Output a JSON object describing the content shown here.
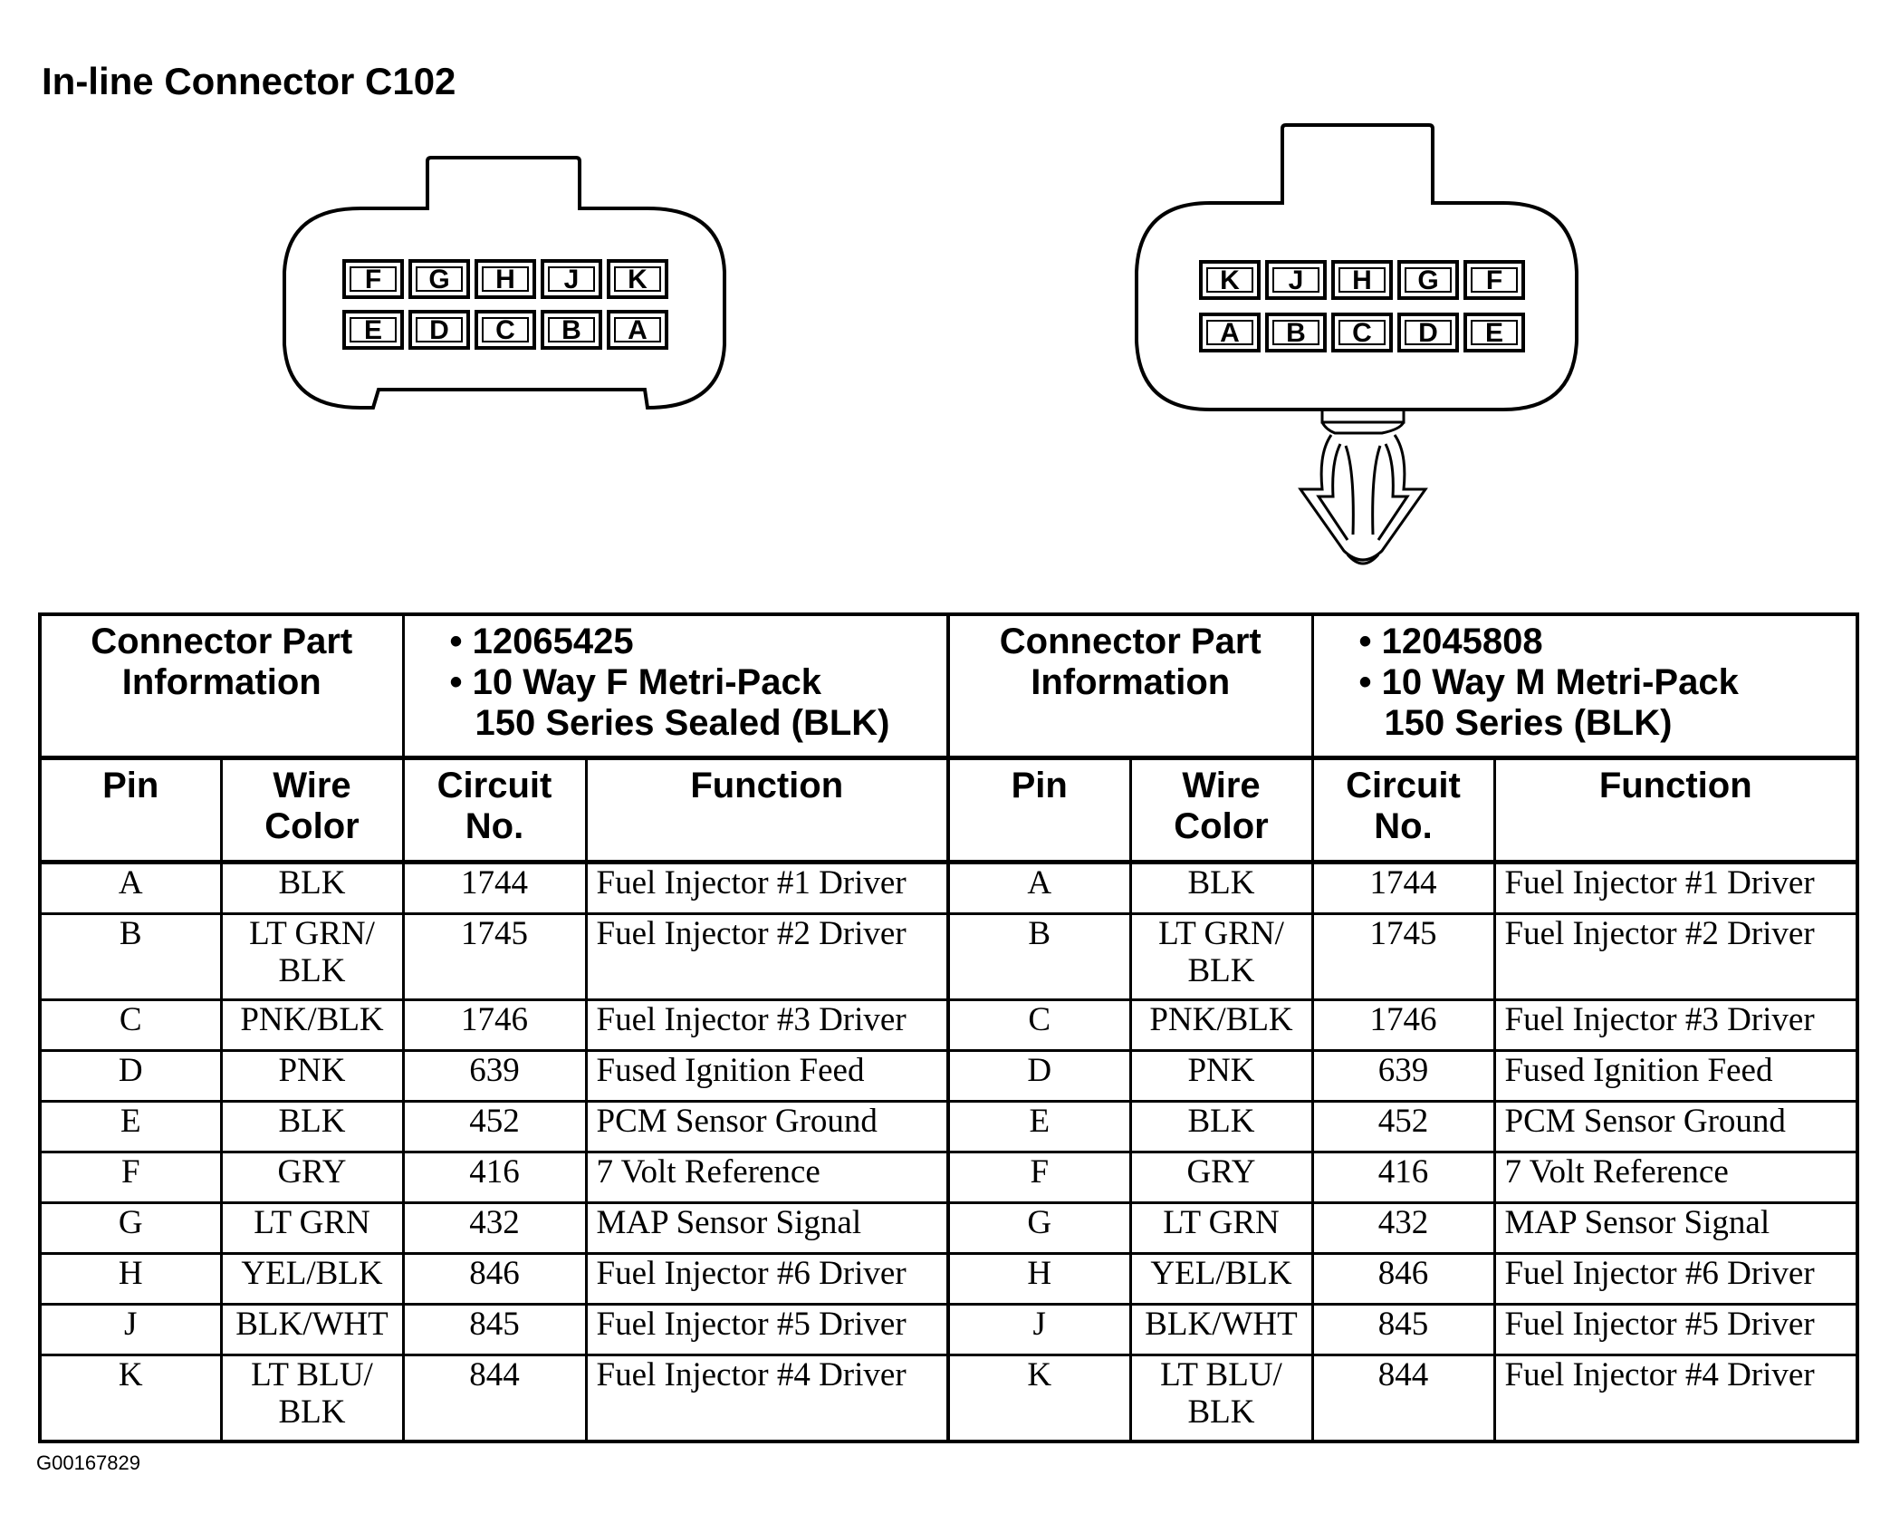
{
  "title": "In-line Connector C102",
  "figure_id": "G00167829",
  "left_connector": {
    "top_row": [
      "F",
      "G",
      "H",
      "J",
      "K"
    ],
    "bottom_row": [
      "E",
      "D",
      "C",
      "B",
      "A"
    ]
  },
  "right_connector": {
    "top_row": [
      "K",
      "J",
      "H",
      "G",
      "F"
    ],
    "bottom_row": [
      "A",
      "B",
      "C",
      "D",
      "E"
    ]
  },
  "table": {
    "info_label": "Connector Part Information",
    "left_info": [
      "• 12065425",
      "• 10 Way F Metri-Pack",
      "150 Series Sealed (BLK)"
    ],
    "right_info": [
      "• 12045808",
      "• 10 Way M Metri-Pack",
      "150 Series (BLK)"
    ],
    "headers": {
      "pin": "Pin",
      "wire_color": "Wire Color",
      "circuit_no": "Circuit No.",
      "function": "Function"
    },
    "rows": [
      {
        "pin": "A",
        "wire": "BLK",
        "circuit": "1744",
        "function": "Fuel Injector #1 Driver"
      },
      {
        "pin": "B",
        "wire": "LT GRN/ BLK",
        "circuit": "1745",
        "function": "Fuel Injector #2 Driver"
      },
      {
        "pin": "C",
        "wire": "PNK/BLK",
        "circuit": "1746",
        "function": "Fuel Injector #3 Driver"
      },
      {
        "pin": "D",
        "wire": "PNK",
        "circuit": "639",
        "function": "Fused Ignition Feed"
      },
      {
        "pin": "E",
        "wire": "BLK",
        "circuit": "452",
        "function": "PCM Sensor Ground"
      },
      {
        "pin": "F",
        "wire": "GRY",
        "circuit": "416",
        "function": "7 Volt Reference"
      },
      {
        "pin": "G",
        "wire": "LT GRN",
        "circuit": "432",
        "function": "MAP Sensor Signal"
      },
      {
        "pin": "H",
        "wire": "YEL/BLK",
        "circuit": "846",
        "function": "Fuel Injector #6 Driver"
      },
      {
        "pin": "J",
        "wire": "BLK/WHT",
        "circuit": "845",
        "function": "Fuel Injector #5 Driver"
      },
      {
        "pin": "K",
        "wire": "LT BLU/ BLK",
        "circuit": "844",
        "function": "Fuel Injector #4 Driver"
      }
    ]
  }
}
